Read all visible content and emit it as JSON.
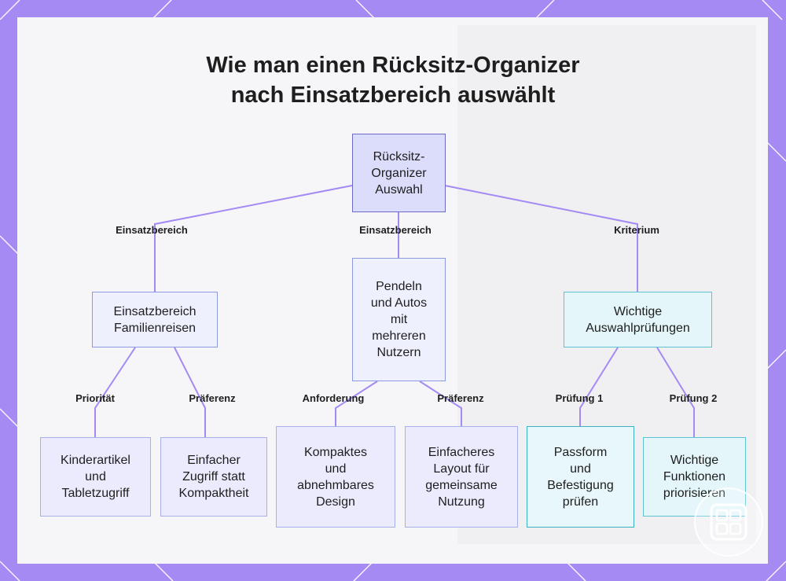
{
  "title": {
    "line1": "Wie man einen Rücksitz-Organizer",
    "line2": "nach Einsatzbereich auswählt"
  },
  "nodes": {
    "root": [
      "Rücksitz-",
      "Organizer",
      "Auswahl"
    ],
    "family": [
      "Einsatzbereich",
      "Familienreisen"
    ],
    "commute": [
      "Pendeln",
      "und Autos",
      "mit",
      "mehreren",
      "Nutzern"
    ],
    "checks": [
      "Wichtige",
      "Auswahlprüfungen"
    ],
    "kids": [
      "Kinderartikel",
      "und",
      "Tabletzugriff"
    ],
    "access": [
      "Einfacher",
      "Zugriff statt",
      "Kompaktheit"
    ],
    "compact": [
      "Kompaktes",
      "und",
      "abnehmbares",
      "Design"
    ],
    "layout": [
      "Einfacheres",
      "Layout für",
      "gemeinsame",
      "Nutzung"
    ],
    "fit": [
      "Passform",
      "und",
      "Befestigung",
      "prüfen"
    ],
    "features": [
      "Wichtige",
      "Funktionen",
      "priorisieren"
    ]
  },
  "edge_labels": {
    "root_family": "Einsatzbereich",
    "root_commute": "Einsatzbereich",
    "root_checks": "Kriterium",
    "family_kids": "Priorität",
    "family_access": "Präferenz",
    "commute_compact": "Anforderung",
    "commute_layout": "Präferenz",
    "checks_fit": "Prüfung 1",
    "checks_features": "Prüfung 2"
  },
  "colors": {
    "frame": "#a48af2",
    "card": "#f6f6f9",
    "edge": "#a48af2",
    "root_fill": "#dcdcfb",
    "cyan_border": "#5cc3d2"
  },
  "icons": {
    "logo": "organizer-grid-icon"
  }
}
